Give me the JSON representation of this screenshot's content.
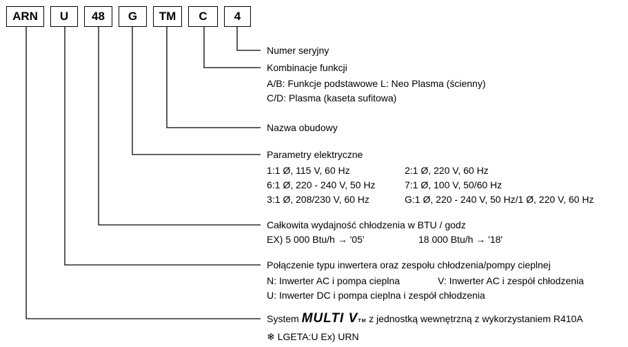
{
  "codes": [
    "ARN",
    "U",
    "48",
    "G",
    "TM",
    "C",
    "4"
  ],
  "serial": {
    "label": "Numer seryjny"
  },
  "functions": {
    "label": "Kombinacje funkcji",
    "line1": "A/B: Funkcje podstawowe L: Neo Plasma (ścienny)",
    "line2": "C/D: Plasma (kaseta sufitowa)"
  },
  "chassis": {
    "label": "Nazwa obudowy"
  },
  "electrical": {
    "label": "Parametry elektryczne",
    "rows": [
      [
        "1:1 Ø, 115 V, 60 Hz",
        "2:1 Ø, 220 V, 60 Hz"
      ],
      [
        "6:1 Ø, 220 - 240 V, 50 Hz",
        "7:1 Ø, 100 V, 50/60 Hz"
      ],
      [
        "3:1 Ø, 208/230 V, 60 Hz",
        "G:1 Ø, 220 - 240 V, 50 Hz/1 Ø, 220 V, 60 Hz"
      ]
    ]
  },
  "capacity": {
    "label": "Całkowita wydajność chłodzenia w BTU / godz",
    "example_a": "EX) 5 000 Btu/h → '05'",
    "example_b": "18 000 Btu/h → '18'"
  },
  "inverter": {
    "label": "Połączenie typu inwertera oraz zespołu chłodzenia/pompy cieplnej",
    "line1a": "N: Inwerter AC i pompa cieplna",
    "line1b": "V: Inwerter AC i zespół chłodzenia",
    "line2": "U: Inwerter DC i pompa cieplna i zespół chłodzenia"
  },
  "system": {
    "prefix": "System",
    "logo": "MULTI V",
    "logo_tm": "TM",
    "suffix": "z jednostką wewnętrzną z wykorzystaniem R410A",
    "note": "❄ LGETA:U  Ex) URN"
  }
}
